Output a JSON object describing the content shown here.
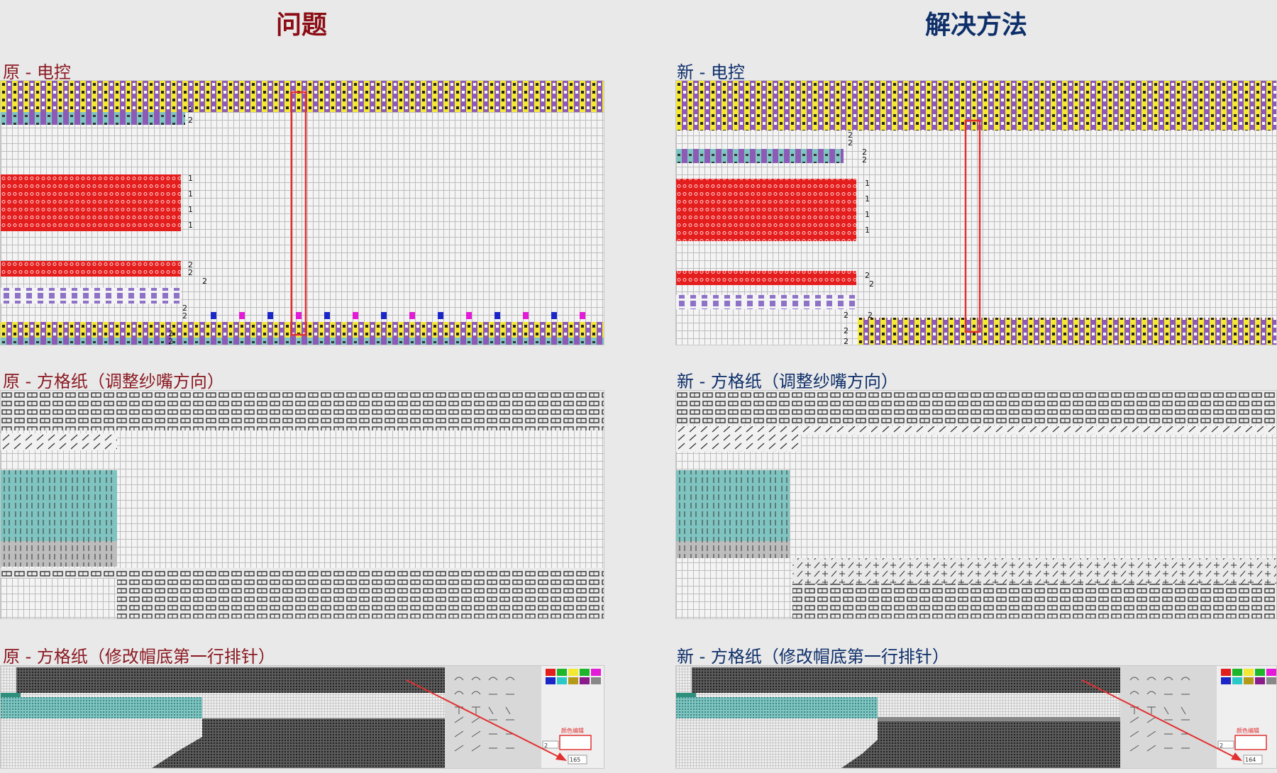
{
  "headers": {
    "left": "问题",
    "right": "解决方法"
  },
  "sections": [
    {
      "left": "原 - 电控",
      "right": "新 - 电控"
    },
    {
      "left": "原 - 方格纸（调整纱嘴方向）",
      "right": "新 - 方格纸（调整纱嘴方向）"
    },
    {
      "left": "原 - 方格纸（修改帽底第一行排针）",
      "right": "新 - 方格纸（修改帽底第一行排针）"
    }
  ],
  "row_markers": {
    "one": "1",
    "two": "2"
  },
  "software": {
    "left_dialog_title": "颜色编辑",
    "left_field_value": "165",
    "right_dialog_title": "颜色编辑",
    "right_field_value": "164",
    "small_field": "2"
  },
  "colors": {
    "red_block": "#e41d1d",
    "teal_block": "#7fc4c0",
    "highlight": "#e23030",
    "header_left": "#8b0c14",
    "header_right": "#0e2f6a",
    "yellow_pattern": "#f3e834",
    "purple_pattern": "#8e5ab8"
  }
}
